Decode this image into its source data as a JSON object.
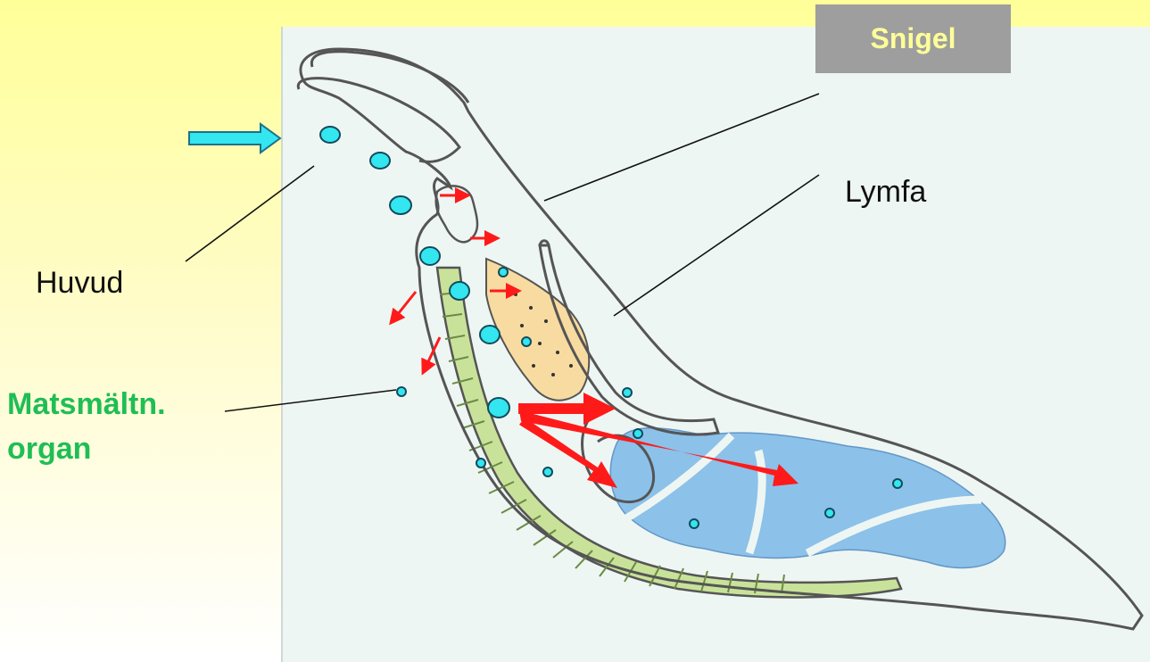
{
  "title": "Snigel",
  "labels": {
    "huvud": "Huvud",
    "lymfa": "Lymfa",
    "organ_line1": "Matsmältn.",
    "organ_line2": "organ"
  },
  "colors": {
    "background_top": "#ffff99",
    "panel": "#eef6f3",
    "title_box": "#9e9e9e",
    "title_text": "#ffff99",
    "outline": "#555555",
    "cells": "#33e6f0",
    "arrows": "#ff1a1a",
    "digestive": "#c9e29a",
    "gland": "#f7dba0",
    "organ_fill": "#7bb8e8",
    "organ_label": "#1fbe55"
  }
}
